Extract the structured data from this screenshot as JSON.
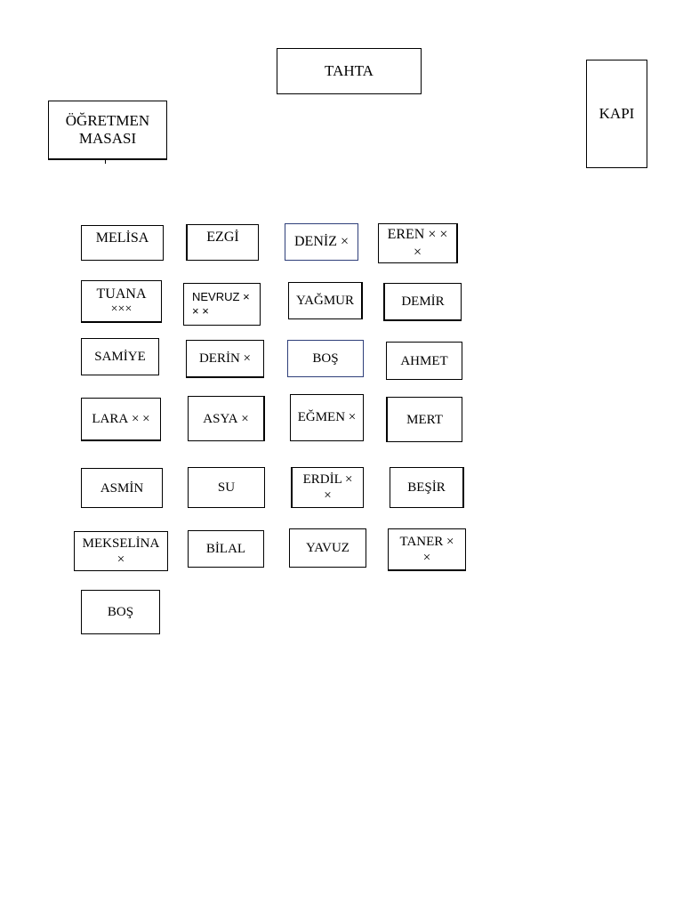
{
  "room": {
    "board": "TAHTA",
    "door": "KAPI",
    "teacher_desk_line1": "ÖĞRETMEN",
    "teacher_desk_line2": "MASASI"
  },
  "seats": [
    {
      "label": "MELİSA",
      "marks": ""
    },
    {
      "label": "EZGİ",
      "marks": ""
    },
    {
      "label": "DENİZ",
      "marks": "×"
    },
    {
      "label": "EREN",
      "marks": "× × ×"
    },
    {
      "label": "TUANA",
      "marks": "×××"
    },
    {
      "label": "NEVRUZ",
      "marks": "× × ×"
    },
    {
      "label": "YAĞMUR",
      "marks": ""
    },
    {
      "label": "DEMİR",
      "marks": ""
    },
    {
      "label": "SAMİYE",
      "marks": ""
    },
    {
      "label": "DERİN",
      "marks": "×"
    },
    {
      "label": "BOŞ",
      "marks": ""
    },
    {
      "label": "AHMET",
      "marks": ""
    },
    {
      "label": "LARA",
      "marks": "× ×"
    },
    {
      "label": "ASYA",
      "marks": "×"
    },
    {
      "label": "EĞMEN",
      "marks": "×"
    },
    {
      "label": "MERT",
      "marks": ""
    },
    {
      "label": "ASMİN",
      "marks": ""
    },
    {
      "label": "SU",
      "marks": ""
    },
    {
      "label": "ERDİL",
      "marks": "× ×"
    },
    {
      "label": "BEŞİR",
      "marks": ""
    },
    {
      "label": "MEKSELİNA",
      "marks": "×"
    },
    {
      "label": "BİLAL",
      "marks": ""
    },
    {
      "label": "YAVUZ",
      "marks": ""
    },
    {
      "label": "TANER",
      "marks": "× ×"
    },
    {
      "label": "BOŞ",
      "marks": ""
    }
  ]
}
